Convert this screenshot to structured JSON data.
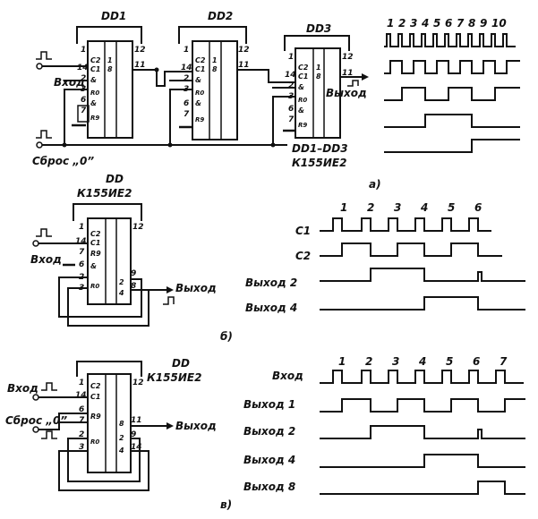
{
  "panel_a": {
    "chip1_label": "DD1",
    "chip2_label": "DD2",
    "chip3_label": "DD3",
    "input_label": "Вход",
    "reset_label": "Сброс „0”",
    "output_label": "Выход",
    "chip_list": "DD1–DD3",
    "chip_type": "К155ИЕ2",
    "caption": "а)",
    "pulse_numbers": [
      "1",
      "2",
      "3",
      "4",
      "5",
      "6",
      "7",
      "8",
      "9",
      "10"
    ]
  },
  "panel_b": {
    "chip_label": "DD",
    "chip_type": "К155ИЕ2",
    "input_label": "Вход",
    "output_label": "Выход",
    "caption": "б)",
    "pulse_numbers": [
      "1",
      "2",
      "3",
      "4",
      "5",
      "6"
    ],
    "trace_labels": [
      "C1",
      "C2",
      "Выход 2",
      "Выход 4"
    ]
  },
  "panel_c": {
    "chip_label": "DD",
    "chip_type": "К155ИЕ2",
    "input_label": "Вход",
    "reset_label": "Сброс „0”",
    "output_label": "Выход",
    "caption": "в)",
    "pulse_numbers": [
      "1",
      "2",
      "3",
      "4",
      "5",
      "6",
      "7"
    ],
    "trace_labels": [
      "Вход",
      "Выход 1",
      "Выход 2",
      "Выход 4",
      "Выход 8"
    ]
  },
  "chip_pins": {
    "top_left": "1",
    "top_right": "12",
    "c2": "C2",
    "c1": "C1",
    "one": "1",
    "eight": "8",
    "two": "2",
    "four": "4",
    "r": "R0",
    "and": "&",
    "pin14": "14",
    "pin11": "11",
    "pin2": "2",
    "pin3": "3",
    "pin6": "6",
    "pin7": "7",
    "pin8": "8",
    "pin9": "9"
  }
}
